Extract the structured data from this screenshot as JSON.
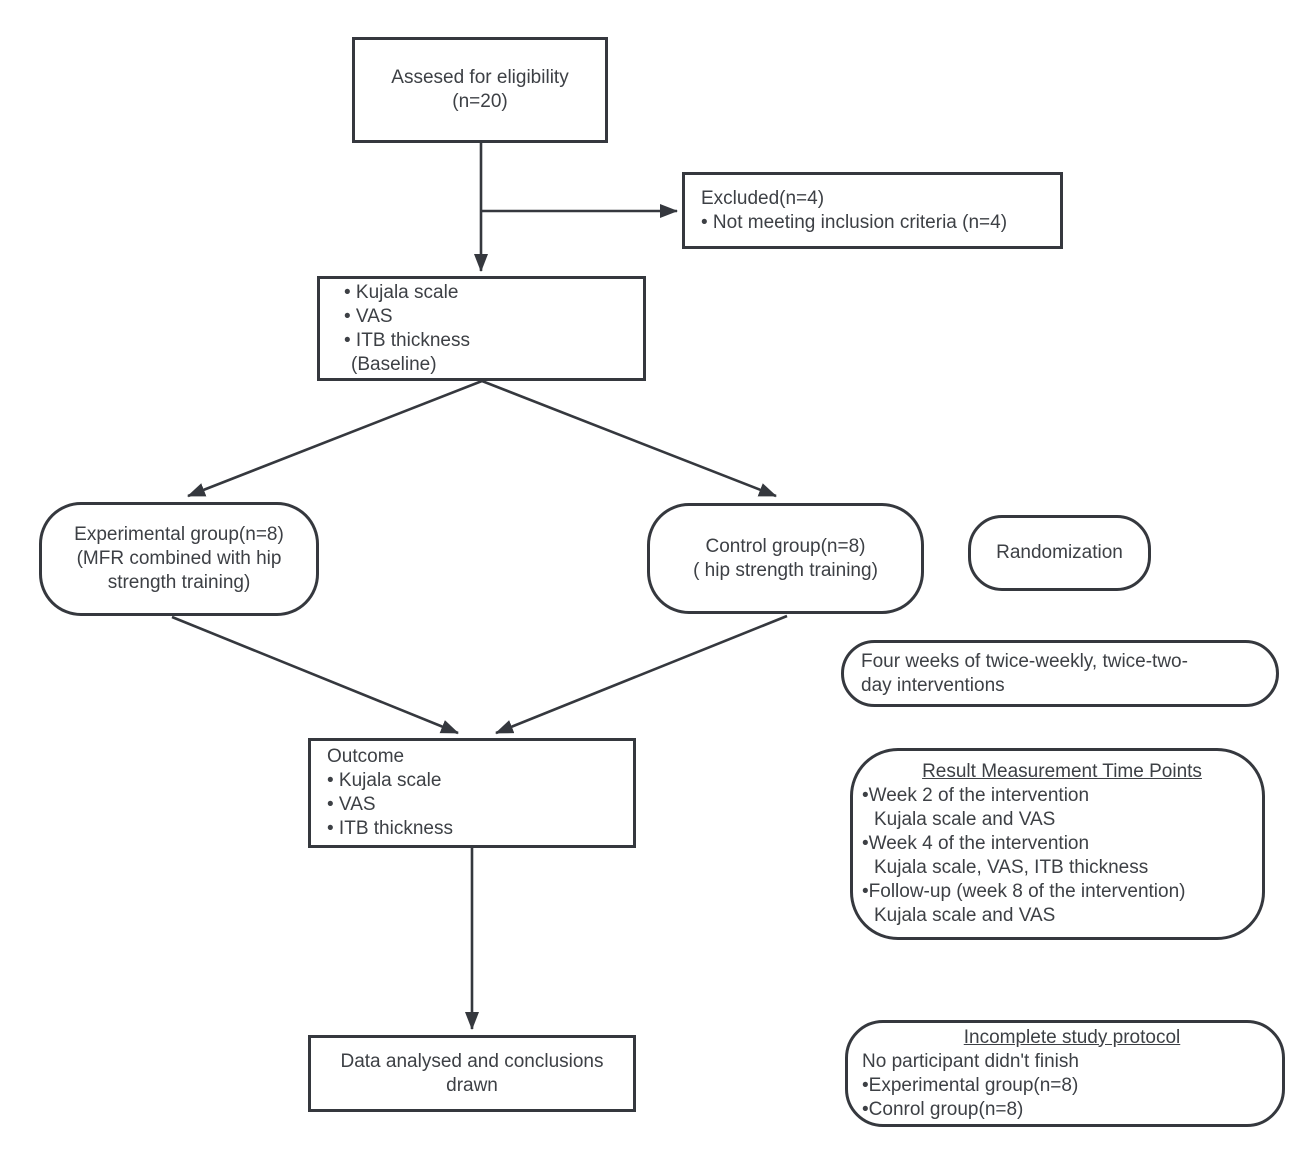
{
  "figure": {
    "type": "study-flow-diagram",
    "colors": {
      "stroke": "#35383e",
      "text": "#3d4045",
      "background": "#ffffff"
    }
  },
  "nodes": {
    "eligibility": {
      "lines": [
        "Assesed for eligibility",
        "(n=20)"
      ]
    },
    "excluded": {
      "lines": [
        "Excluded(n=4)",
        "• Not meeting inclusion criteria (n=4)"
      ]
    },
    "baseline": {
      "lines": [
        "• Kujala scale",
        "• VAS",
        "• ITB thickness",
        "(Baseline)"
      ]
    },
    "experimental": {
      "lines": [
        "Experimental group(n=8)",
        "(MFR combined with hip",
        "strength training)"
      ]
    },
    "control": {
      "lines": [
        "Control group(n=8)",
        "( hip strength training)"
      ]
    },
    "randomization": {
      "lines": [
        "Randomization"
      ]
    },
    "intervention_duration": {
      "lines": [
        "Four weeks of twice-weekly, twice-two-",
        "day interventions"
      ]
    },
    "outcome": {
      "lines": [
        "Outcome",
        "• Kujala scale",
        "• VAS",
        "• ITB thickness"
      ]
    },
    "measurement_points": {
      "title": "Result Measurement Time Points",
      "lines": [
        "•Week 2 of the intervention",
        "Kujala scale and VAS",
        "•Week 4 of the intervention",
        "Kujala scale, VAS, ITB thickness",
        "•Follow-up (week 8 of the intervention)",
        "Kujala scale and VAS"
      ]
    },
    "analysis": {
      "lines": [
        "Data analysed and conclusions",
        "drawn"
      ]
    },
    "incomplete": {
      "title": "Incomplete study protocol",
      "lines": [
        "No participant didn't finish",
        "•Experimental group(n=8)",
        "•Conrol group(n=8)"
      ]
    }
  }
}
